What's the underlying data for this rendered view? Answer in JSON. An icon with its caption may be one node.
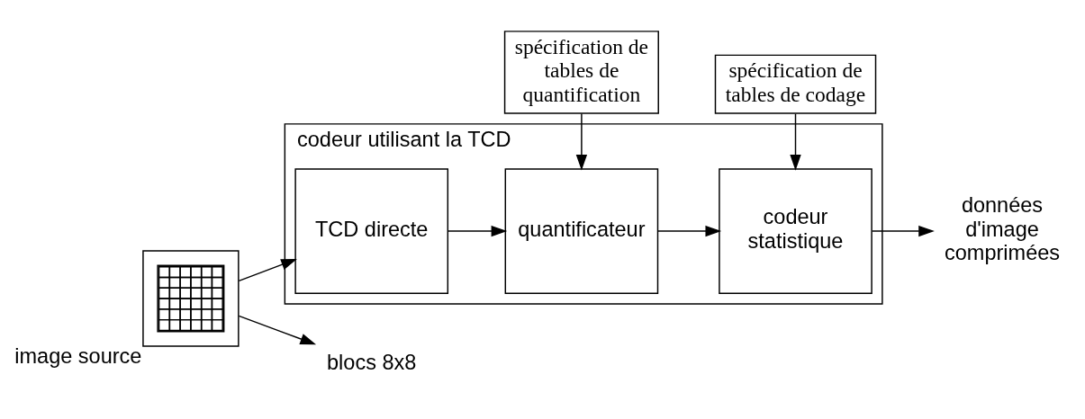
{
  "diagram": {
    "nodes": [
      {
        "text": [
          "codeur utilisant la TCD"
        ]
      },
      {
        "text": [
          "TCD directe"
        ],
        "in": 0
      },
      {
        "text": [
          "quantificateur"
        ],
        "in": 0
      },
      {
        "text": [
          "codeur statistique"
        ],
        "in": 0
      },
      {
        "text": [],
        "shape": "picture",
        "beside": [
          "image source"
        ]
      },
      {
        "text": [
          "blocs 8x8"
        ]
      },
      {
        "text": [
          "données d'image comprimées"
        ]
      },
      {
        "text": [
          "spécification de tables de quantification"
        ]
      },
      {
        "text": [
          "spécification de tables de codage"
        ]
      }
    ],
    "edges": [
      {
        "from": 4,
        "to": 5,
        "arrow": "to"
      },
      {
        "from": 4,
        "to": 1,
        "arrow": "to"
      },
      {
        "from": 1,
        "to": 2,
        "arrow": "to"
      },
      {
        "from": 2,
        "to": 3,
        "arrow": "to"
      },
      {
        "from": 3,
        "to": 6,
        "arrow": "to"
      },
      {
        "from": 7,
        "to": 2,
        "arrow": "to"
      },
      {
        "from": 8,
        "to": 3,
        "arrow": "to"
      }
    ]
  }
}
